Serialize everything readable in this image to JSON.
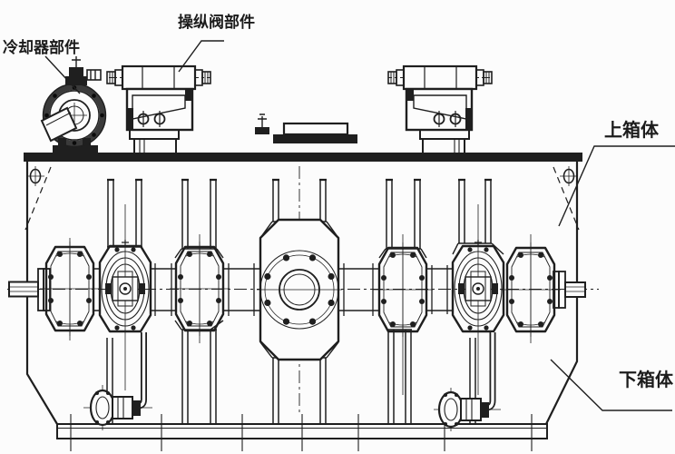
{
  "drawing": {
    "type": "engineering-assembly-drawing",
    "labels": {
      "cooler": "冷却器部件",
      "control_valve": "操纵阀部件",
      "upper_housing": "上箱体",
      "lower_housing": "下箱体"
    },
    "colors": {
      "line": "#1f1f1f",
      "background": "#fcfcfc"
    }
  }
}
